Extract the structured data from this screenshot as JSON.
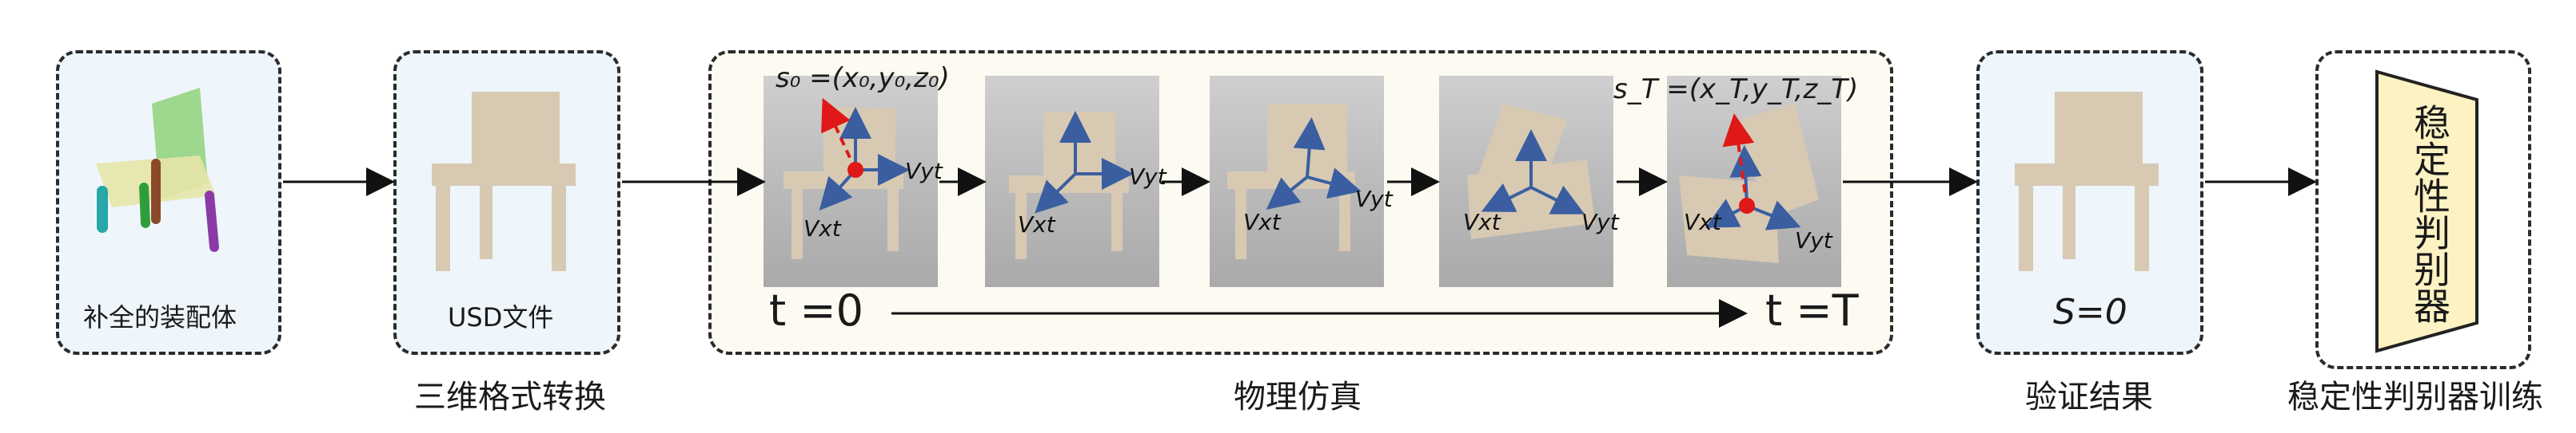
{
  "labels": {
    "box1": "补全的装配体",
    "box2": "USD文件",
    "stage1": "三维格式转换",
    "stage2": "物理仿真",
    "stage3": "验证结果",
    "stage4": "稳定性判别器训练",
    "trapezoid": "稳定性判别器"
  },
  "time": {
    "start": "t =0",
    "end": "t =T"
  },
  "equations": {
    "s0": "s₀ =(x₀,y₀,z₀)",
    "sT": "s_T =(x_T,y_T,z_T)"
  },
  "result": "S=0",
  "vectors": {
    "vx": "Vxt",
    "vy": "Vyt"
  },
  "colors": {
    "arrow": "#3a5ea0",
    "point": "#e01818",
    "dashed": "#e01818",
    "chair": "#d8c9b3"
  }
}
